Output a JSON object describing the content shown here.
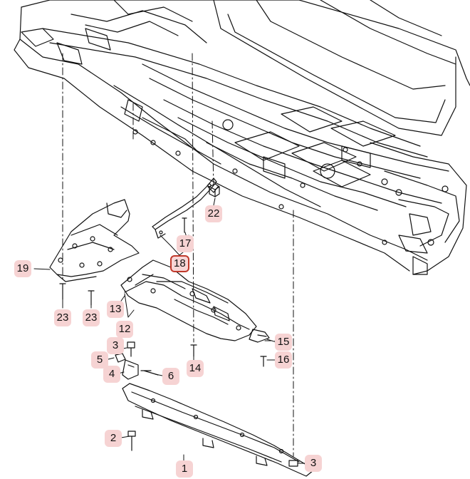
{
  "diagram": {
    "type": "exploded parts diagram",
    "subject": "vehicle underbody / floor pan with underbody trim panels",
    "line_color": "#111111",
    "callout_color": "#f6d3d3",
    "highlight_border_color": "#c0392b"
  },
  "callouts": [
    {
      "id": "c1",
      "label": "1"
    },
    {
      "id": "c2",
      "label": "2"
    },
    {
      "id": "c3a",
      "label": "3"
    },
    {
      "id": "c3b",
      "label": "3"
    },
    {
      "id": "c4",
      "label": "4"
    },
    {
      "id": "c5",
      "label": "5"
    },
    {
      "id": "c6",
      "label": "6"
    },
    {
      "id": "c12",
      "label": "12"
    },
    {
      "id": "c13",
      "label": "13"
    },
    {
      "id": "c14",
      "label": "14"
    },
    {
      "id": "c15",
      "label": "15"
    },
    {
      "id": "c16",
      "label": "16"
    },
    {
      "id": "c17",
      "label": "17"
    },
    {
      "id": "c18",
      "label": "18",
      "highlighted": true
    },
    {
      "id": "c19",
      "label": "19"
    },
    {
      "id": "c22",
      "label": "22"
    },
    {
      "id": "c23a",
      "label": "23"
    },
    {
      "id": "c23b",
      "label": "23"
    }
  ]
}
